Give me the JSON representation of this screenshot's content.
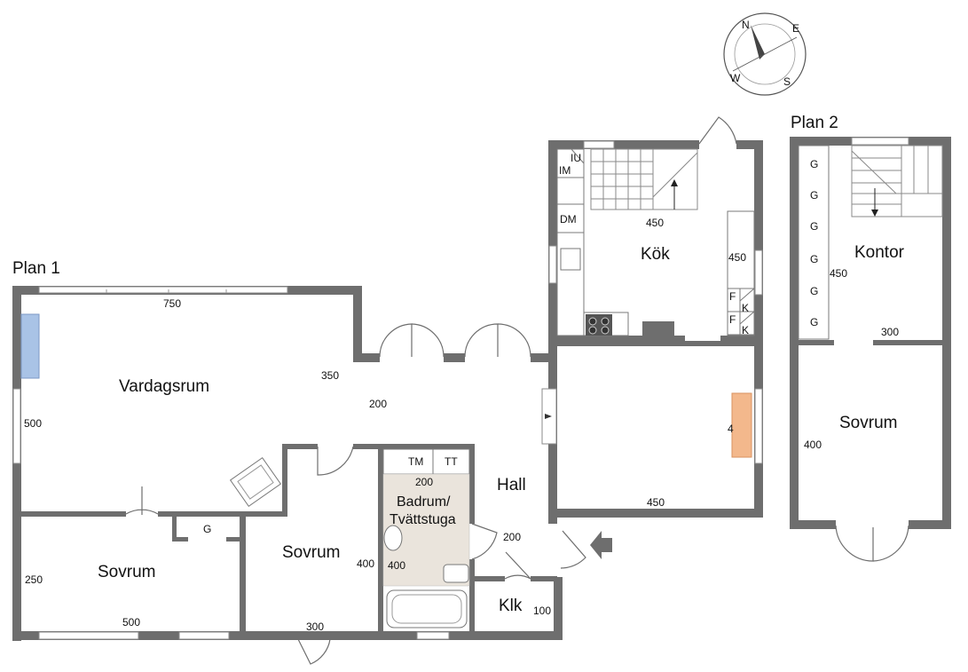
{
  "plans": {
    "plan1": "Plan 1",
    "plan2": "Plan 2"
  },
  "compass": {
    "n": "N",
    "e": "E",
    "s": "S",
    "w": "W"
  },
  "rooms": {
    "vardagsrum": "Vardagsrum",
    "sovrum_1": "Sovrum",
    "sovrum_2": "Sovrum",
    "badrum_line1": "Badrum/",
    "badrum_line2": "Tvättstuga",
    "hall": "Hall",
    "klk": "Klk",
    "kok": "Kök",
    "kontor": "Kontor",
    "sovrum_3": "Sovrum"
  },
  "dimensions": {
    "vardagsrum_width": "750",
    "vardagsrum_depth": "500",
    "vardagsrum_inner": "350",
    "hall_200a": "200",
    "sovrum1_depth": "250",
    "sovrum1_width": "500",
    "sovrum2_depth": "400",
    "sovrum2_width": "300",
    "badrum_width": "200",
    "badrum_depth": "400",
    "hall_200b": "200",
    "klk_width": "100",
    "kok_width_top": "450",
    "kok_depth": "450",
    "kok_width_bottom": "450",
    "kok_partial": "4",
    "kontor_depth": "450",
    "kontor_width": "300",
    "sovrum3_depth": "400"
  },
  "fixtures": {
    "iu": "IU",
    "im": "IM",
    "dm": "DM",
    "tm": "TM",
    "tt": "TT",
    "g_closet": "G",
    "f1": "F",
    "k1": "K",
    "f2": "F",
    "k2": "K",
    "g_list": [
      "G",
      "G",
      "G",
      "G",
      "G",
      "G"
    ]
  },
  "colors": {
    "wall": "#6e6e6e",
    "fireplace_blue": "#a9c3e6",
    "stove_orange": "#f3b88c",
    "bathroom_floor": "#eae4dc"
  }
}
